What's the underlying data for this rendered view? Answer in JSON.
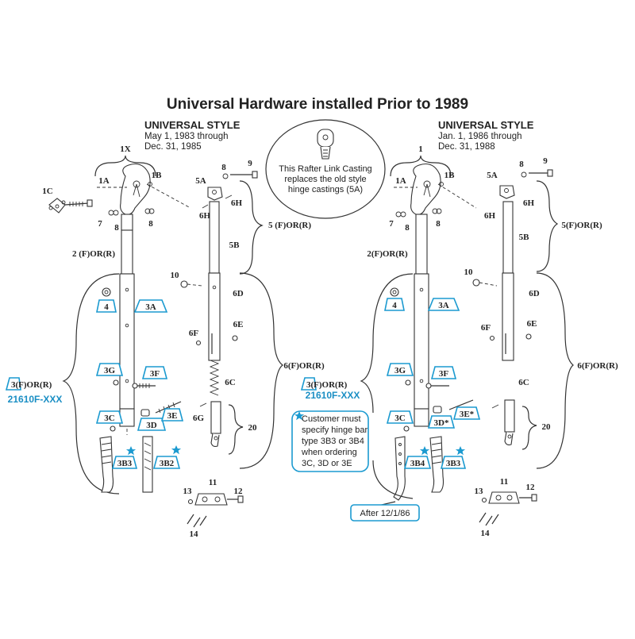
{
  "title": "Universal Hardware installed Prior to 1989",
  "callout": {
    "lines": [
      "This Rafter Link Casting",
      "replaces the old style",
      "hinge castings (5A)"
    ]
  },
  "left": {
    "style_title": "UNIVERSAL STYLE",
    "date_from": "May 1, 1983  through",
    "date_to": "Dec. 31, 1985",
    "labels": {
      "p1": "1X",
      "p1a": "1A",
      "p1b": "1B",
      "p1c": "1C",
      "p7": "7",
      "p8a": "8",
      "p8b": "8",
      "p2": "2 (F)OR(R)",
      "p5": "5 (F)OR(R)",
      "p5b": "5B",
      "p5a": "5A",
      "p6h": "6H",
      "p6h2": "6H",
      "p8c": "8",
      "p9": "9",
      "p10": "10",
      "p6d": "6D",
      "p6e": "6E",
      "p6f": "6F",
      "p6c": "6C",
      "p6g": "6G",
      "p20": "20",
      "p6": "6(F)OR(R)",
      "p11": "11",
      "p12": "12",
      "p13": "13",
      "p14": "14"
    },
    "tags": {
      "t4": "4",
      "t3a": "3A",
      "t3g": "3G",
      "t3f": "3F",
      "t3": "3(F)OR(R)",
      "t3c": "3C",
      "t3d": "3D",
      "t3e": "3E",
      "t3b3": "3B3",
      "t3b2": "3B2"
    },
    "part_number": "21610F-XXX"
  },
  "right": {
    "style_title": "UNIVERSAL STYLE",
    "date_from": "Jan. 1, 1986  through",
    "date_to": "Dec.  31, 1988",
    "labels": {
      "p1": "1",
      "p1a": "1A",
      "p1b": "1B",
      "p7": "7",
      "p8a": "8",
      "p8b": "8",
      "p2": "2(F)OR(R)",
      "p5": "5(F)OR(R)",
      "p5b": "5B",
      "p5a": "5A",
      "p6h": "6H",
      "p6h2": "6H",
      "p8c": "8",
      "p9": "9",
      "p10": "10",
      "p6d": "6D",
      "p6e": "6E",
      "p6f": "6F",
      "p6c": "6C",
      "p20": "20",
      "p6": "6(F)OR(R)",
      "p11": "11",
      "p12": "12",
      "p13": "13",
      "p14": "14"
    },
    "tags": {
      "t4": "4",
      "t3a": "3A",
      "t3g": "3G",
      "t3f": "3F",
      "t3": "3(F)OR(R)",
      "t3c": "3C",
      "t3d": "3D*",
      "t3e": "3E*",
      "t3b4": "3B4",
      "t3b3": "3B3"
    },
    "part_number": "21610F-XXX",
    "customer_note": [
      "Customer must",
      "specify hinge bar",
      "type 3B3 or 3B4",
      "when ordering",
      "3C, 3D or 3E"
    ],
    "after_note": "After 12/1/86"
  },
  "colors": {
    "accent": "#1b9ad0",
    "line": "#333333"
  }
}
